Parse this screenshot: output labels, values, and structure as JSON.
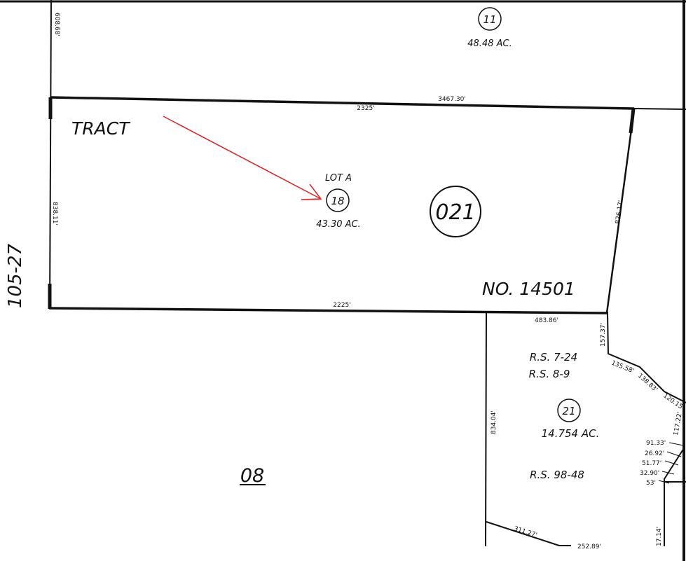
{
  "map": {
    "page_ref": "105-27",
    "tract_label": "TRACT",
    "tract_number": "NO. 14501",
    "book_page": "021",
    "adjacent_area": "08",
    "parcels": [
      {
        "number": "11",
        "acres": "48.48 AC."
      },
      {
        "number": "18",
        "lot": "LOT A",
        "acres": "43.30 AC."
      },
      {
        "number": "21",
        "acres": "14.754 AC.",
        "record_surveys": [
          "R.S. 7-24",
          "R.S. 8-9",
          "R.S. 98-48"
        ]
      }
    ],
    "dimensions": {
      "top_total": "3467.30'",
      "top_tract": "2325'",
      "bottom_tract": "2225'",
      "left_upper": "608.68'",
      "left_tract": "838.11'",
      "right_tract": "826.17'",
      "p21_top": "483.86'",
      "p21_right_1": "157.37'",
      "p21_seg_1": "135.58'",
      "p21_seg_2": "138.83'",
      "p21_seg_3": "120.15'",
      "p21_seg_4": "117.22'",
      "p21_seg_5": "91.33'",
      "p21_seg_6": "26.92'",
      "p21_seg_7": "51.77'",
      "p21_seg_8": "32.90'",
      "p21_seg_9": "53'",
      "p21_left": "834.04'",
      "p21_bottom_1": "311.27'",
      "p21_bottom_2": "252.89'",
      "p21_right_2": "17.14'"
    },
    "colors": {
      "lines": "#111111",
      "arrow": "#e02020"
    }
  }
}
